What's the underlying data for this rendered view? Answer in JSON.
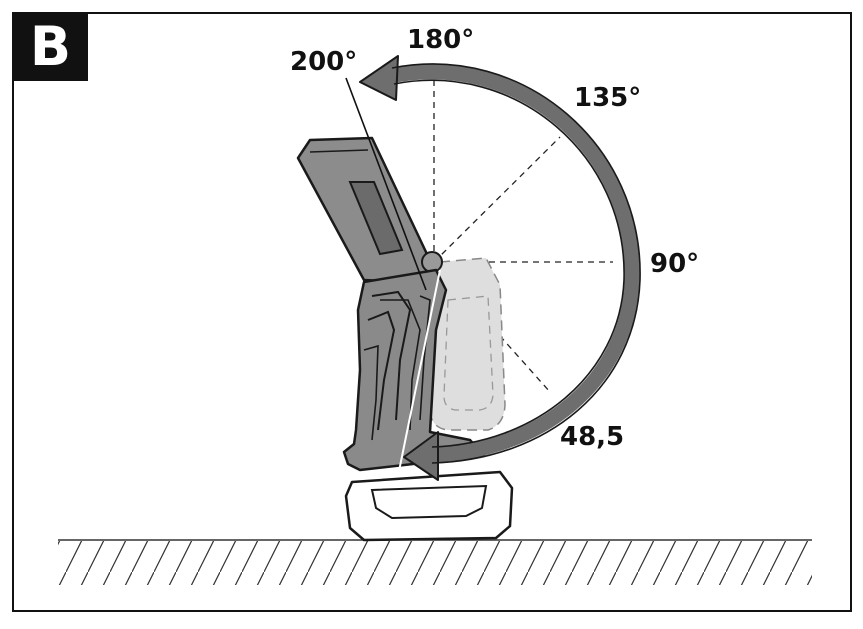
{
  "panel": {
    "label": "B"
  },
  "angles": {
    "a200": "200°",
    "a180": "180°",
    "a135": "135°",
    "a90": "90°",
    "a48": "48,5"
  },
  "colors": {
    "frame": "#111111",
    "arrow": "#6e6e6e",
    "tool_body": "#8a8a8a",
    "tool_dark": "#5a5a5a",
    "ghost_head": "#d9d9d9"
  },
  "icons": {
    "tool": "cordless-work-light-icon",
    "rotation": "rotation-arrow-icon"
  }
}
